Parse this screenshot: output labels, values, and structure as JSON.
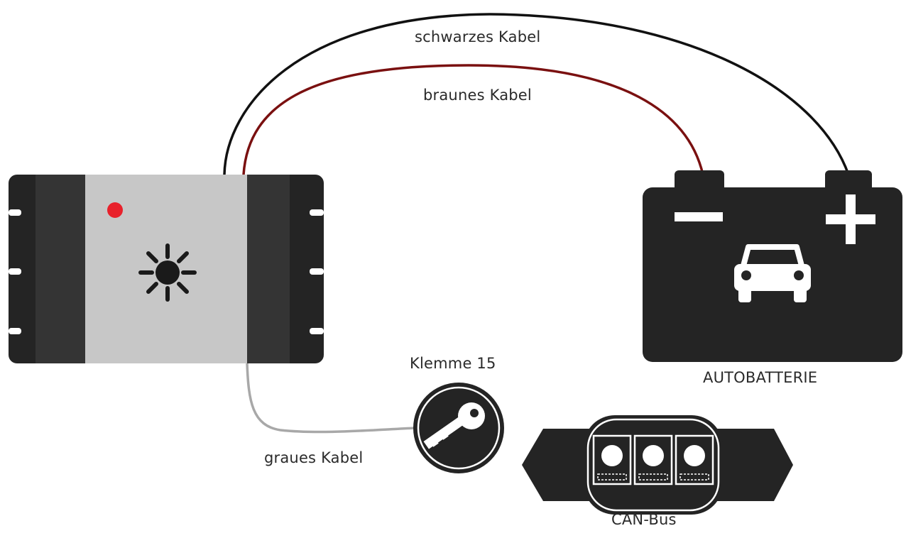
{
  "labels": {
    "black_cable": "schwarzes Kabel",
    "brown_cable": "braunes Kabel",
    "grey_cable": "graues Kabel",
    "ignition": "Klemme 15",
    "battery": "AUTOBATTERIE",
    "canbus": "CAN-Bus"
  },
  "colors": {
    "device_body": "#242424",
    "device_panel": "#c7c7c7",
    "status_led": "#e8212b",
    "black_cable": "#111111",
    "brown_cable": "#7a1010",
    "grey_cable": "#a8a8a8",
    "battery": "#242424",
    "symbol": "#ffffff"
  },
  "icons": {
    "device_symbol": "sun-icon",
    "battery_minus": "minus-icon",
    "battery_plus": "plus-icon",
    "battery_car": "car-icon",
    "ignition": "key-icon",
    "canbus": "connector-icon"
  }
}
